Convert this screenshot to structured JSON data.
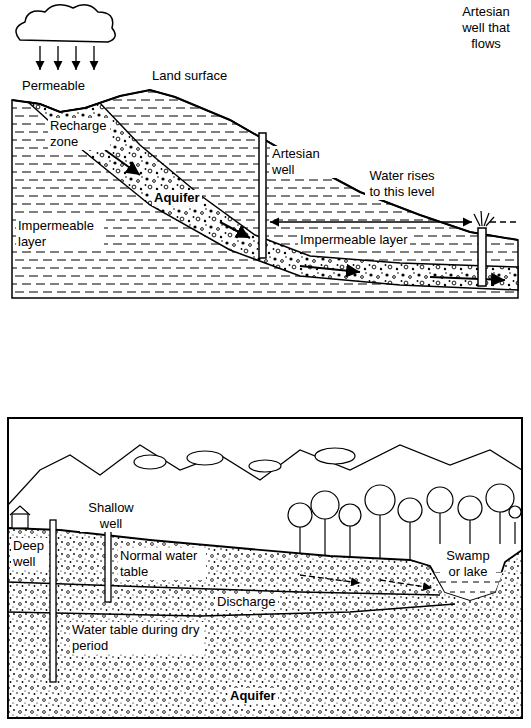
{
  "diagram": {
    "labels": [
      "Permeable",
      "Land surface",
      "Recharge zone",
      "Artesian well",
      "Artesian well that flows",
      "Water rises to this level",
      "Impermeable layer",
      "Impermeable layer",
      "Aquifer",
      "Deep well",
      "Shallow well",
      "Normal water table",
      "Swamp or lake",
      "Discharge",
      "Water table during dry period",
      "Aquifer"
    ]
  }
}
